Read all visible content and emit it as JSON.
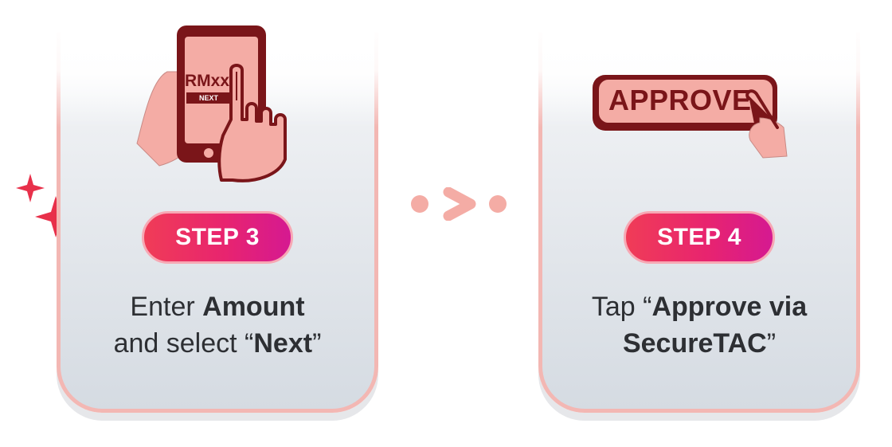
{
  "step3": {
    "badge": "STEP 3",
    "phone_amount": "RMxx",
    "phone_button": "NEXT",
    "desc_line1_pre": "Enter ",
    "desc_line1_bold": "Amount",
    "desc_line2_pre": "and select “",
    "desc_line2_bold": "Next",
    "desc_line2_post": "”"
  },
  "step4": {
    "badge": "STEP 4",
    "approve_label": "APPROVE",
    "desc_line1_pre": "Tap “",
    "desc_line1_bold": "Approve via",
    "desc_line2_bold": "SecureTAC",
    "desc_line2_post": "”"
  },
  "colors": {
    "accent_red": "#e8304a",
    "accent_magenta": "#d51991",
    "dark_maroon": "#7a1519",
    "skin_pink": "#f4aca5",
    "card_border": "#f3b7b3"
  },
  "icons": [
    "sparkle-icon",
    "arrow-right-icon",
    "phone-hand-icon",
    "approve-tap-icon"
  ]
}
